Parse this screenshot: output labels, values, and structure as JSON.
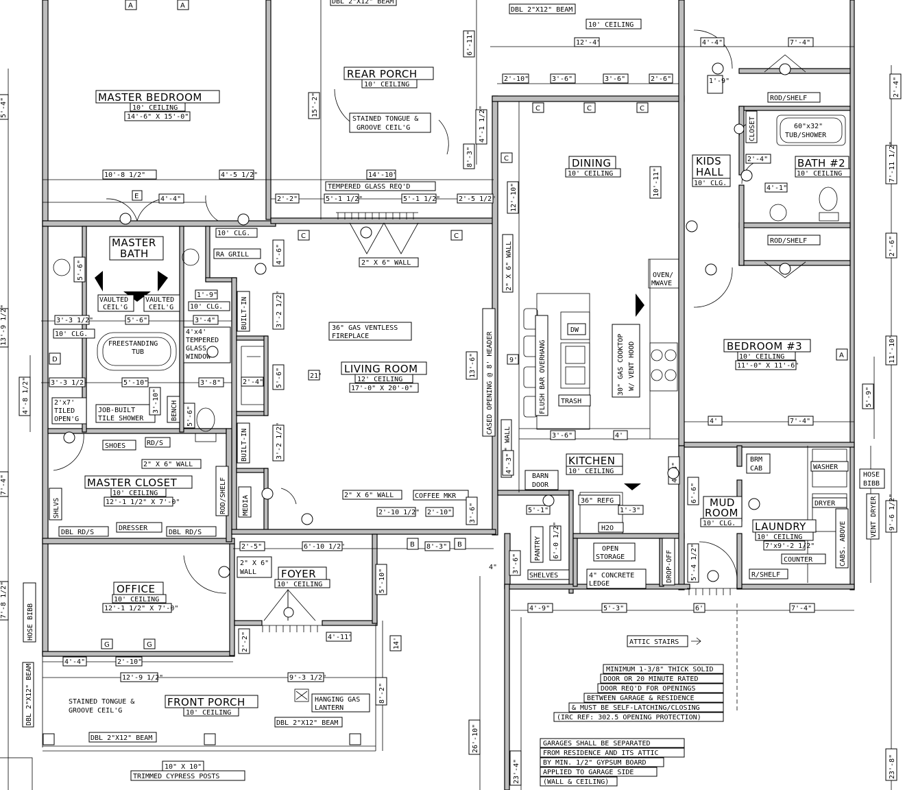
{
  "rooms": {
    "master_bedroom": {
      "name": "MASTER BEDROOM",
      "ceiling": "10' CEILING",
      "size": "14'-6\" X 15'-0\""
    },
    "rear_porch": {
      "name": "REAR PORCH",
      "ceiling": "10' CEILING",
      "note1": "STAINED TONGUE &",
      "note2": "GROOVE CEIL'G"
    },
    "dining": {
      "name": "DINING",
      "ceiling": "10' CEILING"
    },
    "kids_hall": {
      "name1": "KIDS",
      "name2": "HALL",
      "ceiling": "10' CLG."
    },
    "bath2": {
      "name": "BATH #2",
      "ceiling": "10' CEILING",
      "tub": "60\"x32\"",
      "tub2": "TUB/SHOWER"
    },
    "master_bath": {
      "name1": "MASTER",
      "name2": "BATH",
      "v1": "VAULTED",
      "v1b": "CEIL'G",
      "v2": "VAULTED",
      "v2b": "CEIL'G"
    },
    "living_room": {
      "name": "LIVING ROOM",
      "ceiling": "12' CEILING",
      "size": "17'-0\" X 20'-0\""
    },
    "bedroom3": {
      "name": "BEDROOM #3",
      "ceiling": "10' CEILING",
      "size": "11'-0\" X 11'-6\""
    },
    "master_closet": {
      "name": "MASTER CLOSET",
      "ceiling": "10' CEILING",
      "size": "12'-1 1/2\" X 7'-0\""
    },
    "kitchen": {
      "name": "KITCHEN",
      "ceiling": "10' CEILING"
    },
    "mud_room": {
      "name1": "MUD",
      "name2": "ROOM",
      "ceiling": "10' CLG."
    },
    "laundry": {
      "name": "LAUNDRY",
      "ceiling": "10' CEILING",
      "size": "7'x9'-2 1/2\""
    },
    "office": {
      "name": "OFFICE",
      "ceiling": "10' CEILING",
      "size": "12'-1 1/2\" X 7'-0\""
    },
    "foyer": {
      "name": "FOYER",
      "ceiling": "10' CEILING"
    },
    "front_porch": {
      "name": "FRONT PORCH",
      "ceiling": "10' CEILING",
      "note1": "STAINED TONGUE &",
      "note2": "GROOVE CEIL'G"
    }
  },
  "labels": {
    "dbl_beam": "DBL 2\"X12\" BEAM",
    "tempered_glass": "TEMPERED GLASS REQ'D",
    "wall_2x6": "2\" X 6\" WALL",
    "wall_2x6_v": "2\" X 6\" WALL",
    "ra_grill": "RA GRILL",
    "ten_clg": "10' CLG.",
    "gas_fp1": "36\" GAS VENTLESS",
    "gas_fp2": "FIREPLACE",
    "freestanding1": "FREESTANDING",
    "freestanding2": "TUB",
    "tempered1": "4'x4'",
    "tempered2": "TEMPERED",
    "tempered3": "GLASS",
    "tempered4": "WINDOW",
    "tiled1": "2'x7'",
    "tiled2": "TILED",
    "tiled3": "OPEN'G",
    "shower1": "JOB-BUILT",
    "shower2": "TILE SHOWER",
    "bench": "BENCH",
    "built_in": "BUILT-IN",
    "media": "MEDIA",
    "shoes": "SHOES",
    "rds": "RD/S",
    "rod_shelf": "ROD/SHELF",
    "shlvs": "SHLVS",
    "dbl_rds": "DBL RD/S",
    "dresser": "DRESSER",
    "coffee": "COFFEE MKR",
    "cased": "CASED OPENING @ 8' HEADER",
    "flush_bar": "FLUSH BAR OVERHANG",
    "dw": "DW",
    "trash": "TRASH",
    "cooktop1": "30\" GAS COOKTOP",
    "cooktop2": "W/ VENT HOOD",
    "oven1": "OVEN/",
    "oven2": "MWAVE",
    "barn1": "BARN",
    "barn2": "DOOR",
    "refg": "36\" REFG",
    "h2o": "H2O",
    "pantry": "PANTRY",
    "shelves": "SHELVES",
    "open1": "OPEN",
    "open2": "STORAGE",
    "ledge1": "4\" CONCRETE",
    "ledge2": "LEDGE",
    "dropoff": "DROP-OFF",
    "brm1": "BRM",
    "brm2": "CAB",
    "washer": "WASHER",
    "dryer": "DRYER",
    "hose1": "HOSE",
    "hose2": "BIBB",
    "vent_dryer": "VENT DRYER",
    "cabs_above": "CABS. ABOVE",
    "counter": "COUNTER",
    "rshelf": "R/SHELF",
    "closet": "CLOSET",
    "hose_bibb_v": "HOSE BIBB",
    "lantern1": "HANGING GAS",
    "lantern2": "LANTERN",
    "posts1": "10\" X 10\"",
    "posts2": "TRIMMED CYPRESS POSTS",
    "attic": "ATTIC STAIRS",
    "wall_2x6_foyer1": "2\" X 6\"",
    "wall_2x6_foyer2": "WALL"
  },
  "notes": {
    "door_note": [
      "MINIMUM 1-3/8\" THICK SOLID",
      "DOOR OR 20 MINUTE RATED",
      "DOOR REQ'D FOR OPENINGS",
      "BETWEEN GARAGE & RESIDENCE",
      "& MUST BE SELF-LATCHING/CLOSING",
      "(IRC REF: 302.5 OPENING PROTECTION)"
    ],
    "garage_note": [
      "GARAGES SHALL BE SEPARATED",
      "FROM RESIDENCE AND ITS ATTIC",
      "BY MIN. 1/2\" GYPSUM BOARD",
      "APPLIED TO GARAGE SIDE",
      "(WALL & CEILING)"
    ]
  },
  "dims": {
    "d1": "10'-8 1/2\"",
    "d2": "4'-5 1/2\"",
    "d3": "14'-10\"",
    "d4": "12'-4\"",
    "d5": "2'-10\"",
    "d6": "3'-6\"",
    "d7": "3'-6\"",
    "d8": "2'-6\"",
    "d9": "4'-4\"",
    "d10": "7'-4\"",
    "d11": "2'-2\"",
    "d12": "5'-1 1/2\"",
    "d13": "5'-1 1/2\"",
    "d14": "2'-5 1/2\"",
    "d15": "4'-4\"",
    "d16": "3'-3 1/2\"",
    "d17": "5'-6\"",
    "d18": "3'-4\"",
    "d19": "3'-3 1/2\"",
    "d20": "5'-10\"",
    "d21": "3'-8\"",
    "d22": "2'-4\"",
    "d23": "3'-6\"",
    "d24": "4'",
    "d25": "4'",
    "d26": "7'-4\"",
    "d27": "2'-10 1/2\"",
    "d28": "2'-10\"",
    "d29": "6'-10 1/2\"",
    "d30": "8'-3\"",
    "d31": "2'-5\"",
    "d32": "4'-9\"",
    "d33": "5'-3\"",
    "d34": "6'",
    "d35": "7'-4\"",
    "d36": "4'-11\"",
    "d37": "4'-4\"",
    "d38": "2'-10\"",
    "d39": "12'-9 1/2\"",
    "d40": "9'-3 1/2\"",
    "d41": "1'-9\"",
    "d42": "2'-4\"",
    "d43": "4'-1\"",
    "d44": "5'-1\"",
    "d45": "1'-3\"",
    "d46": "4\"",
    "d47": "10' CEILING",
    "d48": "21'",
    "d49": "9'"
  },
  "vdims": {
    "v1": "6'-11\"",
    "v2": "15'-2\"",
    "v3": "4'-1 1/2\"",
    "v4": "8'-3\"",
    "v5": "12'-10\"",
    "v6": "10'-11\"",
    "v7": "4'-6\"",
    "v8": "3'-2 1/2\"",
    "v9": "5'-6\"",
    "v10": "3'-2 1/2\"",
    "v11": "13'-6\"",
    "v12": "2'-4\"",
    "v13": "4'-3\"",
    "v14": "3'-6\"",
    "v15": "4'-8\"",
    "v16": "6'-6\"",
    "v17": "5'-4 1/2\"",
    "v18": "8'-2\"",
    "v19": "26'-10\"",
    "v20": "23'-4\"",
    "v21": "5'-10\"",
    "v22": "14'",
    "v23": "2'-2\"",
    "v24": "3'-6\"",
    "v25": "6'-0 1/2\"",
    "v26": "4'-8 1/2\"",
    "v27": "5'-6\"",
    "v28": "3'-10\"",
    "v29": "5'-6\"",
    "v30": "2'-4\"",
    "v31": "7'-11 1/2\"",
    "v32": "2'-6\"",
    "v33": "11'-10\"",
    "v34": "5'-9\"",
    "v35": "9'-6 1/2\"",
    "v36": "23'-8\"",
    "v37": "5'-4\"",
    "v38": "13'-9 1/2\"",
    "v39": "7'-4\"",
    "v40": "7'-8 1/2\"",
    "v41": "1'-9\""
  },
  "tags": [
    "A",
    "A",
    "B",
    "B",
    "C",
    "C",
    "C",
    "C",
    "C",
    "C",
    "D",
    "E",
    "G",
    "G"
  ]
}
